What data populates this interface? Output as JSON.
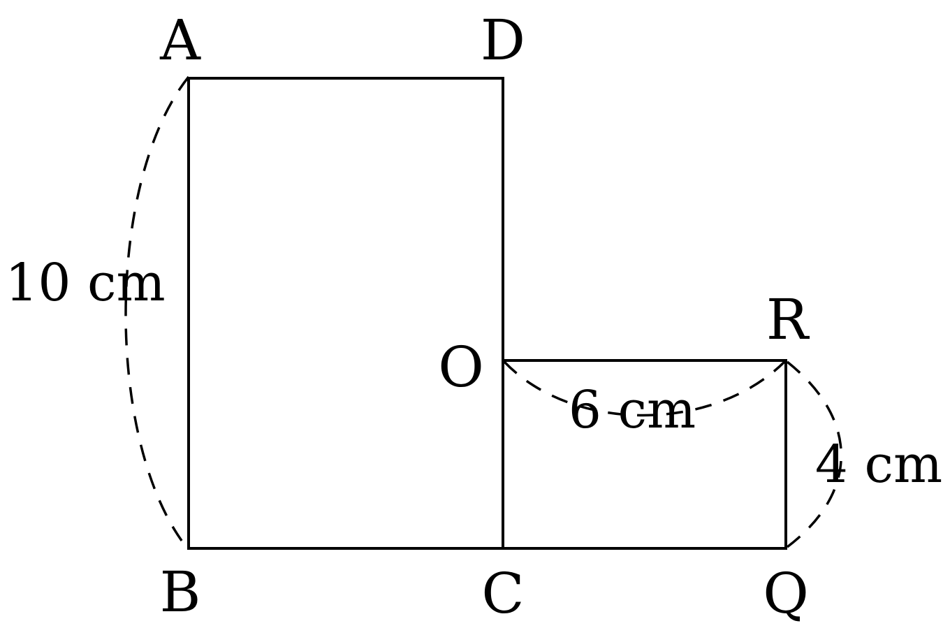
{
  "points": {
    "A": "A",
    "D": "D",
    "B": "B",
    "C": "C",
    "O": "O",
    "R": "R",
    "Q": "Q"
  },
  "dimensions": {
    "ab": "10 cm",
    "or": "6 cm",
    "rq": "4 cm"
  }
}
